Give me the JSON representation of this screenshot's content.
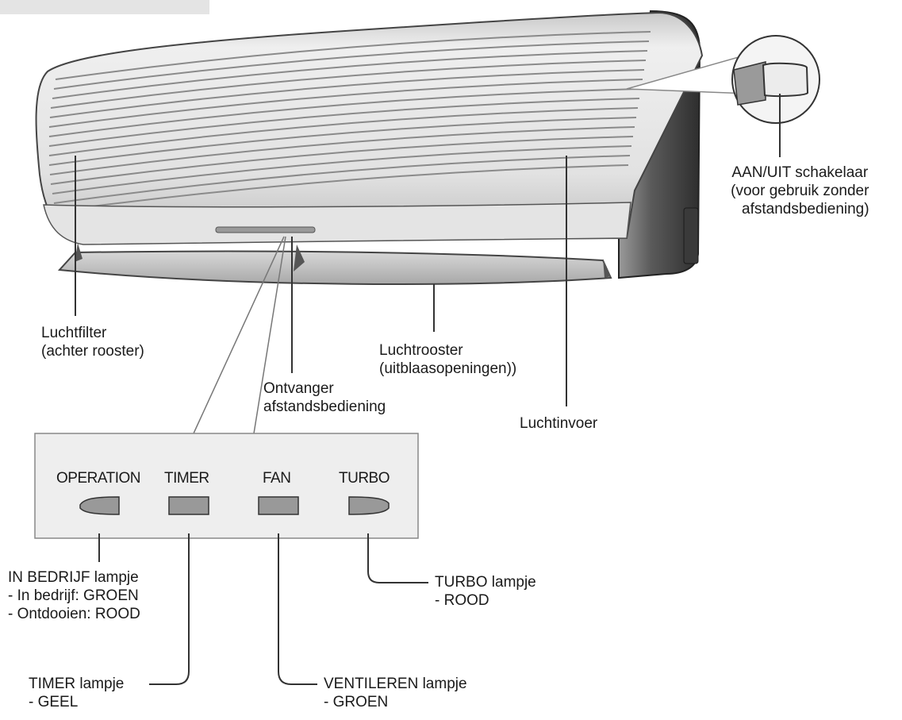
{
  "labels": {
    "power_switch": {
      "line1": "AAN/UIT schakelaar",
      "line2": "(voor gebruik zonder",
      "line3": "afstandsbediening)"
    },
    "air_filter": {
      "line1": "Luchtfilter",
      "line2": "(achter rooster)"
    },
    "air_grille": {
      "line1": "Luchtrooster",
      "line2": "(uitblaasopeningen))"
    },
    "receiver": {
      "line1": "Ontvanger",
      "line2": "afstandsbediening"
    },
    "air_intake": {
      "line1": "Luchtinvoer"
    }
  },
  "panel": {
    "indicators": [
      "OPERATION",
      "TIMER",
      "FAN",
      "TURBO"
    ]
  },
  "lamps": {
    "operation": {
      "line1": "IN BEDRIJF lampje",
      "line2": "- In bedrijf: GROEN",
      "line3": "- Ontdooien: ROOD"
    },
    "turbo": {
      "line1": "TURBO lampje",
      "line2": "- ROOD"
    },
    "timer": {
      "line1": "TIMER lampje",
      "line2": "- GEEL"
    },
    "fan": {
      "line1": "VENTILEREN lampje",
      "line2": "- GROEN"
    }
  },
  "colors": {
    "unit_body": "#e6e6e6",
    "panel_fill": "#eeeeee",
    "lamp_fill": "#999999",
    "line": "#333333"
  }
}
